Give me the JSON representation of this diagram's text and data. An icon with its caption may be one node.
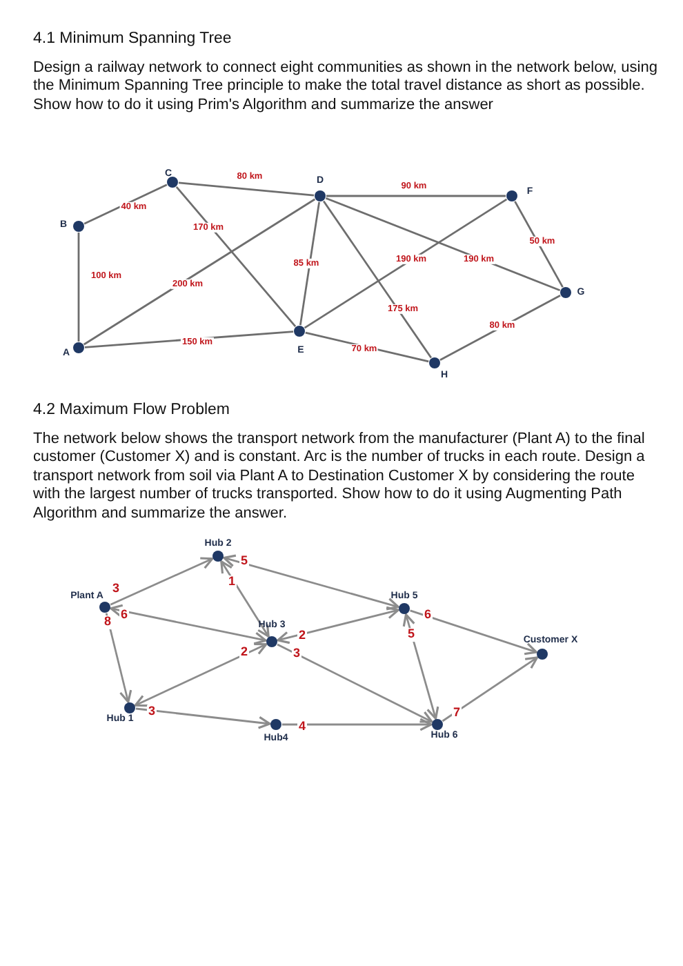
{
  "diagram": {
    "nodes": [
      {
        "text": [
          "A"
        ]
      },
      {
        "text": [
          "B"
        ]
      },
      {
        "text": [
          "C"
        ]
      },
      {
        "text": [
          "D"
        ]
      },
      {
        "text": [
          "E"
        ]
      },
      {
        "text": [
          "F"
        ]
      },
      {
        "text": [
          "G"
        ]
      },
      {
        "text": [
          "H"
        ]
      },
      {
        "text": [
          "Plant A"
        ]
      },
      {
        "text": [
          "Hub 2"
        ]
      },
      {
        "text": [
          "Hub 5"
        ]
      },
      {
        "text": [
          "Hub 3"
        ]
      },
      {
        "text": [
          "Customer X"
        ]
      },
      {
        "text": [
          "Hub 1"
        ]
      },
      {
        "text": [
          "Hub4"
        ]
      },
      {
        "text": [
          "Hub 6"
        ]
      }
    ],
    "edges": [
      {
        "from": 1,
        "to": 2,
        "arrow": "none",
        "label": "40 km"
      },
      {
        "from": 2,
        "to": 3,
        "arrow": "none",
        "label": "80 km"
      },
      {
        "from": 3,
        "to": 5,
        "arrow": "none",
        "label": "90 km"
      },
      {
        "from": 1,
        "to": 0,
        "arrow": "none",
        "label": "100 km"
      },
      {
        "from": 2,
        "to": 4,
        "arrow": "none",
        "label": "170 km"
      },
      {
        "from": 0,
        "to": 3,
        "arrow": "none",
        "label": "200 km"
      },
      {
        "from": 3,
        "to": 4,
        "arrow": "none",
        "label": "85 km"
      },
      {
        "from": 4,
        "to": 5,
        "arrow": "none",
        "label": "190 km"
      },
      {
        "from": 3,
        "to": 6,
        "arrow": "none",
        "label": "190 km"
      },
      {
        "from": 5,
        "to": 6,
        "arrow": "none",
        "label": "50 km"
      },
      {
        "from": 3,
        "to": 7,
        "arrow": "none",
        "label": "175 km"
      },
      {
        "from": 0,
        "to": 4,
        "arrow": "none",
        "label": "150 km"
      },
      {
        "from": 4,
        "to": 7,
        "arrow": "none",
        "label": "70 km"
      },
      {
        "from": 6,
        "to": 7,
        "arrow": "none",
        "label": "80 km"
      },
      {
        "from": 8,
        "to": 9,
        "arrow": "to",
        "label": "3"
      },
      {
        "from": 9,
        "to": 10,
        "arrow": "both",
        "label": "5"
      },
      {
        "from": 9,
        "to": 11,
        "arrow": "both",
        "label": "1"
      },
      {
        "from": 8,
        "to": 11,
        "arrow": "both",
        "label": "6"
      },
      {
        "from": 8,
        "to": 13,
        "arrow": "to",
        "label": "8"
      },
      {
        "from": 11,
        "to": 10,
        "arrow": "both",
        "label": "2"
      },
      {
        "from": 10,
        "to": 12,
        "arrow": "to",
        "label": "6"
      },
      {
        "from": 10,
        "to": 15,
        "arrow": "both",
        "label": "5"
      },
      {
        "from": 13,
        "to": 11,
        "arrow": "both",
        "label": "2"
      },
      {
        "from": 11,
        "to": 15,
        "arrow": "to",
        "label": "3"
      },
      {
        "from": 13,
        "to": 14,
        "arrow": "to",
        "label": "3"
      },
      {
        "from": 14,
        "to": 15,
        "arrow": "to",
        "label": "4"
      },
      {
        "from": 15,
        "to": 12,
        "arrow": "to",
        "label": "7"
      }
    ],
    "labels": [
      "4.1 Minimum Spanning Tree",
      "Design a railway network to connect eight communities as shown in the network below, using the Minimum Spanning Tree principle to make the total travel distance as short as possible. Show how to do it using Prim's Algorithm and summarize the answer",
      "4.2 Maximum Flow Problem",
      "The network below shows the transport network from the manufacturer (Plant A) to the final customer (Customer X) and is constant. Arc is the number of trucks in each route. Design a transport network from soil via Plant A to Destination Customer X by considering the route with the largest number of trucks transported. Show how to do it using Augmenting Path Algorithm and summarize the answer."
    ]
  }
}
